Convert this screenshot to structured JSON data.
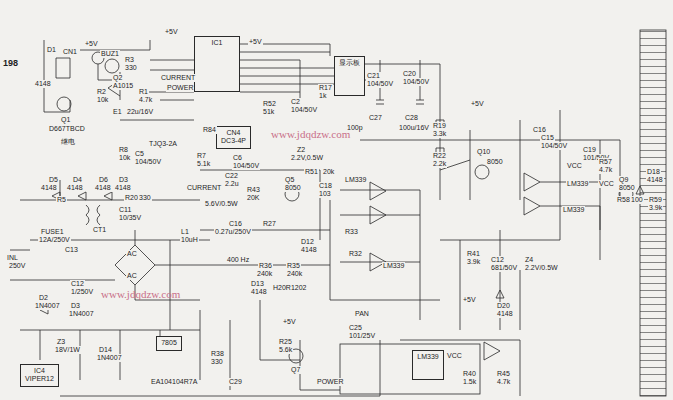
{
  "diagram": {
    "nodes": [
      {
        "text": [
          "IC1"
        ]
      },
      {
        "text": [
          "显示板"
        ]
      },
      {
        "text": [
          "CN4",
          "DC3-4P"
        ]
      },
      {
        "text": [
          "7805"
        ]
      },
      {
        "text": [
          "IC4",
          "VIPER12"
        ]
      },
      {
        "text": [
          "LM339"
        ]
      }
    ],
    "labels": [
      "198",
      "D1",
      "4148",
      "CN1",
      "Q1",
      "D667TBCD",
      "继电",
      "+5V",
      "BUZ1",
      "R3",
      "330",
      "R2",
      "10k",
      "Q2",
      "A1015",
      "R1",
      "4.7k",
      "E1",
      "22u/16V",
      "+5V",
      "CURRENT",
      "POWER",
      "+5V",
      "R17",
      "1k",
      "R52",
      "51k",
      "C2",
      "104/50V",
      "C21",
      "104/50V",
      "C20",
      "104/50V",
      "C27",
      "100p",
      "C28",
      "100u/16V",
      "R19",
      "3.3k",
      "R22",
      "2.2k",
      "+5V",
      "Q10",
      "8050",
      "C16",
      "C15",
      "104/50V",
      "C19",
      "101/50V",
      "VCC",
      "R57",
      "4.7k",
      "LM339",
      "VCC",
      "Q9",
      "8050",
      "D18",
      "4148",
      "R58",
      "100",
      "R59",
      "3.9k",
      "LM339",
      "R84",
      "TJQ3-2A",
      "R8",
      "10k",
      "C5",
      "104/50V",
      "R7",
      "5.1k",
      "C6",
      "104/50V",
      "C22",
      "2.2u",
      "CURRENT",
      "R43",
      "20K",
      "5.6V/0.5W",
      "Q5",
      "8050",
      "Z2",
      "2.2V,0.5W",
      "R51",
      "20k",
      "C18",
      "103",
      "LM339",
      "R33",
      "R32",
      "D5",
      "4148",
      "D4",
      "4148",
      "D6",
      "4148",
      "D3",
      "4148",
      "R20",
      "330",
      "R5",
      "C11",
      "10/35V",
      "FUSE1",
      "12A/250V",
      "INL",
      "250V",
      "CT1",
      "C13",
      "AC",
      "AC",
      "D2",
      "1N4007",
      "C12",
      "1/250V",
      "D3",
      "1N4007",
      "L1",
      "10uH",
      "C16",
      "0.27u/250V",
      "R27",
      "400 Hz",
      "R36",
      "240k",
      "R35",
      "240k",
      "D12",
      "4148",
      "D13",
      "4148",
      "H20R1202",
      "+5V",
      "R25",
      "5.6k",
      "C25",
      "101/25V",
      "PAN",
      "LM339",
      "R38",
      "330",
      "C29",
      "Q7",
      "POWER",
      "Z3",
      "18V/1W",
      "D14",
      "1N4007",
      "EA104104R7A",
      "VCC",
      "R40",
      "1.5k",
      "R45",
      "4.7k",
      "R41",
      "3.9k",
      "C12",
      "681/50V",
      "Z4",
      "2.2V/0.5W",
      "D20",
      "4148",
      "+5V",
      "www.jdqdzw.com",
      "www.jdqdzw.com"
    ]
  }
}
